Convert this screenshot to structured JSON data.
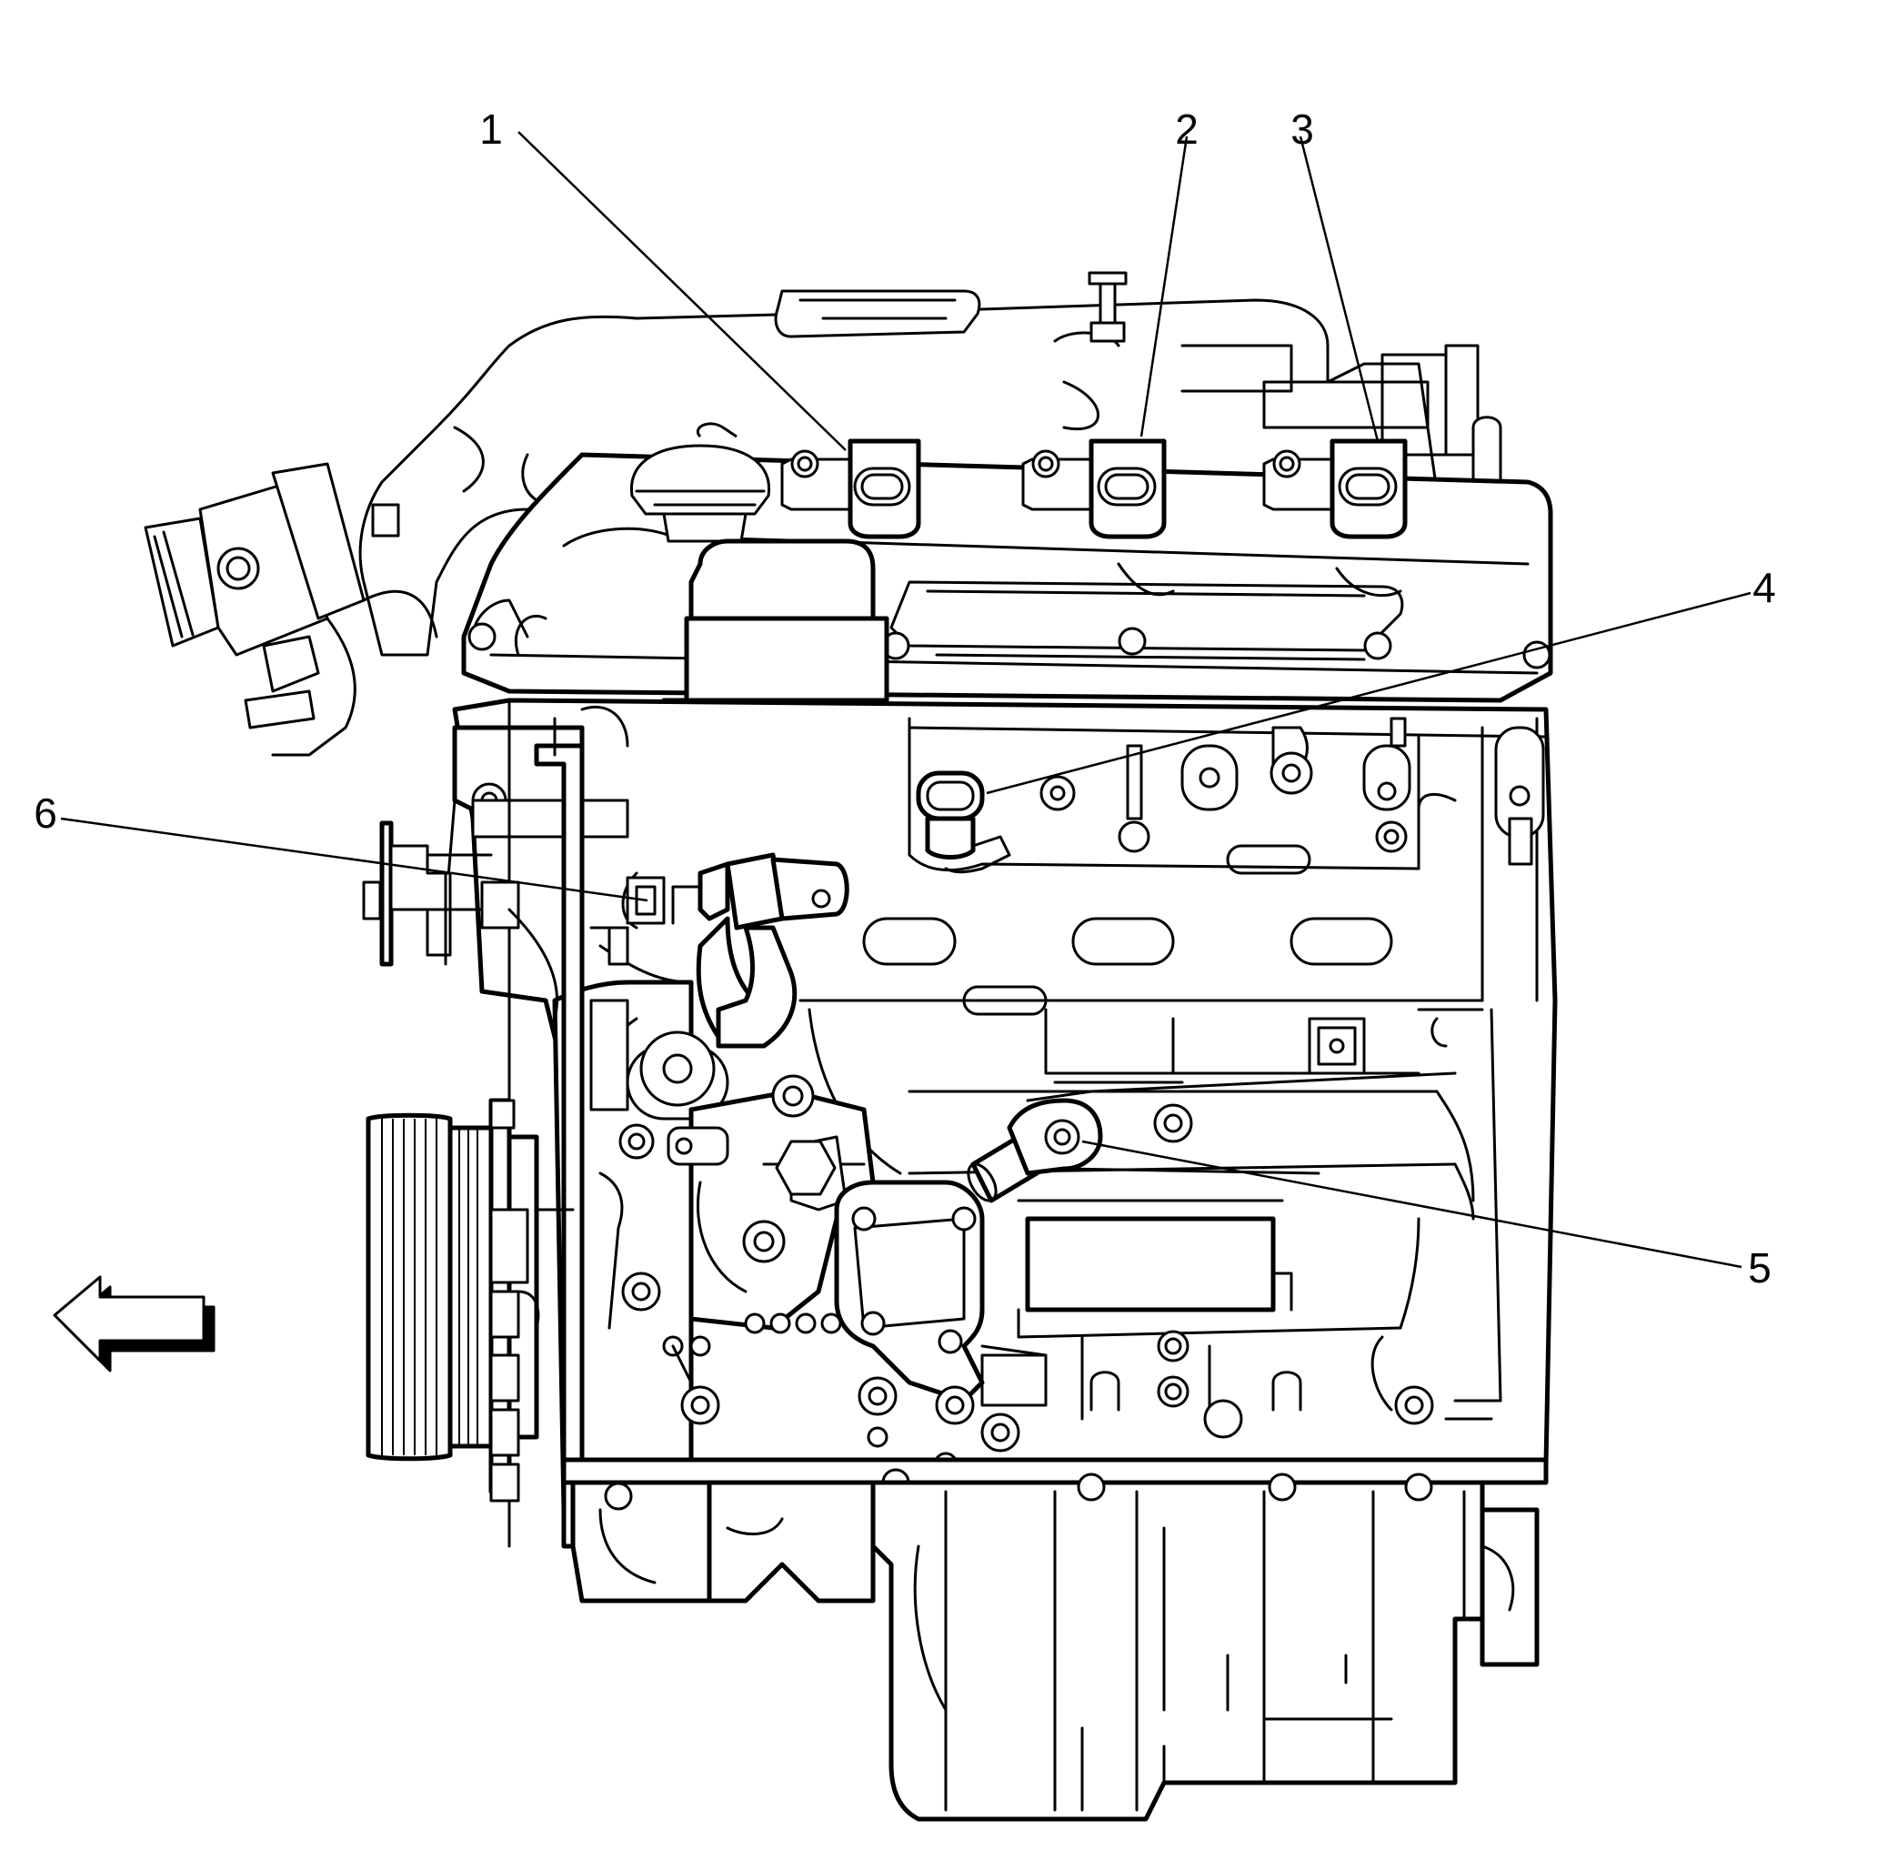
{
  "callouts": [
    {
      "id": "1",
      "label": "1"
    },
    {
      "id": "2",
      "label": "2"
    },
    {
      "id": "3",
      "label": "3"
    },
    {
      "id": "4",
      "label": "4"
    },
    {
      "id": "5",
      "label": "5"
    },
    {
      "id": "6",
      "label": "6"
    }
  ],
  "direction_arrow": {
    "icon": "left-arrow-icon",
    "direction": "left"
  },
  "colors": {
    "line": "#000000",
    "background": "#ffffff"
  }
}
